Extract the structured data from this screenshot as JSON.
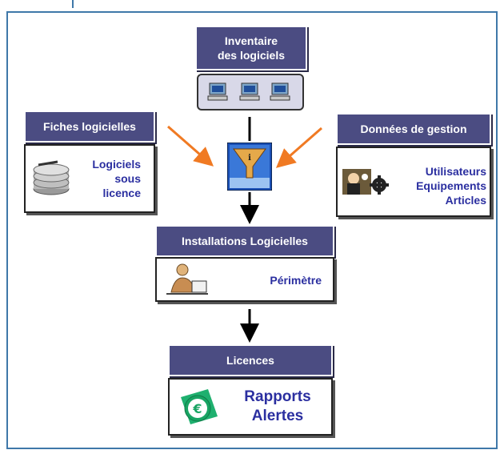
{
  "inventaire": {
    "title_line1": "Inventaire",
    "title_line2": "des logiciels"
  },
  "fiches": {
    "title": "Fiches logicielles",
    "line1": "Logiciels",
    "line2": "sous",
    "line3": "licence"
  },
  "donnees": {
    "title": "Données de gestion",
    "line1": "Utilisateurs",
    "line2": "Equipements",
    "line3": "Articles"
  },
  "installations": {
    "title": "Installations Logicielles",
    "line1": "Périmètre"
  },
  "licences": {
    "title": "Licences",
    "line1": "Rapports",
    "line2": "Alertes"
  },
  "colors": {
    "header_bg": "#4b4c82",
    "text_blue": "#2b2fa0",
    "arrow_orange": "#f07a23",
    "frame_blue": "#3f78a9"
  },
  "icons": [
    "computer-icon",
    "disk-stack-icon",
    "filter-funnel-icon",
    "gear-person-icon",
    "office-worker-icon",
    "euro-coin-icon"
  ]
}
